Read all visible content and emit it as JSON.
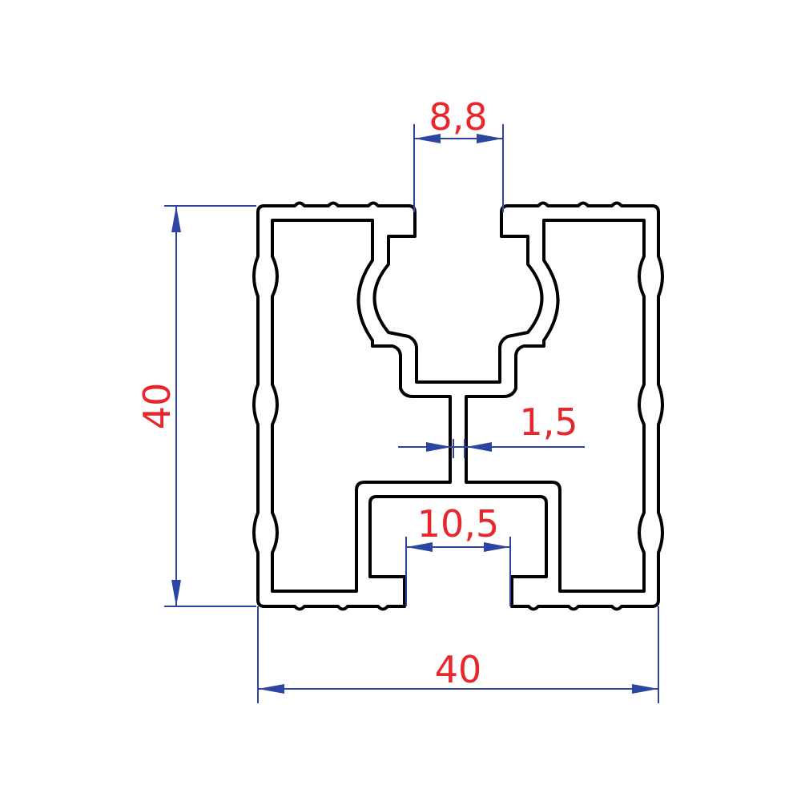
{
  "drawing": {
    "type": "aluminium profile cross-section",
    "dimensions": {
      "slot_top_width": "8,8",
      "height": "40",
      "web_thickness": "1,5",
      "slot_bottom_width": "10,5",
      "width": "40"
    },
    "colors": {
      "outline": "#000000",
      "dimension_lines": "#2b45a0",
      "dimension_text": "#e8262b"
    }
  }
}
